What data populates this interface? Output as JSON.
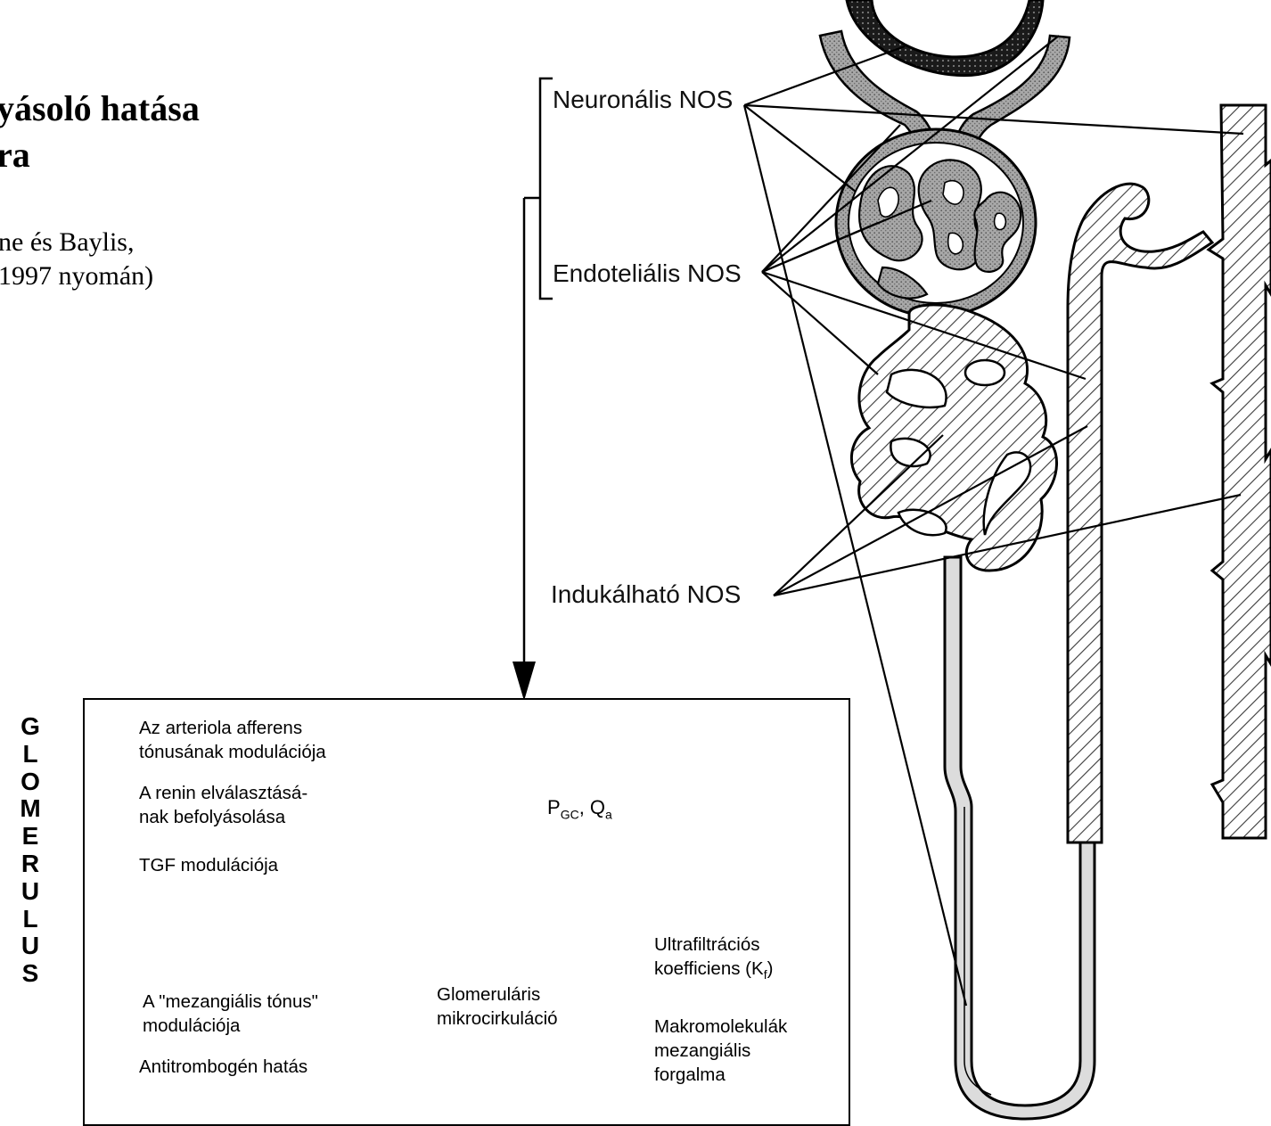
{
  "heading": {
    "title_lines": [
      "yásoló hatása",
      "ra"
    ],
    "subtitle_lines": [
      "ne és Baylis,",
      "1997 nyomán)"
    ]
  },
  "nos_labels": {
    "neuronal": "Neuronális NOS",
    "endothelial": "Endoteliális NOS",
    "inducible": "Indukálható NOS"
  },
  "side_label": [
    "G",
    "L",
    "O",
    "M",
    "E",
    "R",
    "U",
    "L",
    "U",
    "S"
  ],
  "box": {
    "afferent": [
      "Az arteriola afferens",
      "tónusának modulációja"
    ],
    "renin": [
      "A renin elválasztásá-",
      "nak befolyásolása"
    ],
    "tgf": "TGF modulációja",
    "pgc": {
      "P": "P",
      "sub1": "GC",
      "sep": ", Q",
      "sub2": "a"
    },
    "mesangial": [
      "A \"mezangiális tónus\"",
      "modulációja"
    ],
    "antithrombogenic": "Antitrombogén hatás",
    "microcirculation": [
      "Glomeruláris",
      "mikrocirkuláció"
    ],
    "ultrafiltration": {
      "line1": "Ultrafiltrációs",
      "line2": "koefficiens (K",
      "sub": "f",
      "close": ")"
    },
    "macromolecules": [
      "Makromolekulák",
      "mezangiális",
      "forgalma"
    ]
  },
  "colors": {
    "ink": "#000000",
    "glomerulus_fill": "#9a9a9a",
    "hatch": "#3a3a3a"
  }
}
